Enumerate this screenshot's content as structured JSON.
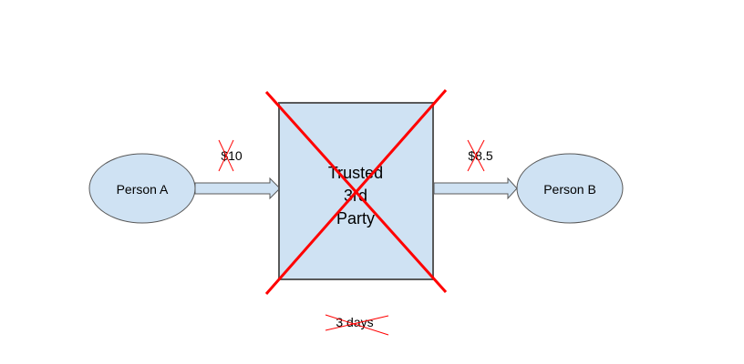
{
  "diagram": {
    "person_a": {
      "label": "Person A"
    },
    "person_b": {
      "label": "Person B"
    },
    "third_party": {
      "lines": [
        "Trusted",
        "3rd",
        "Party"
      ]
    },
    "amount_in": {
      "label": "$10"
    },
    "amount_out": {
      "label": "$8.5"
    },
    "delay": {
      "label": "3 days"
    }
  },
  "colors": {
    "node_fill": "#cfe2f3",
    "node_stroke": "#595959",
    "cross_out": "#ff0000",
    "text": "#000000"
  }
}
